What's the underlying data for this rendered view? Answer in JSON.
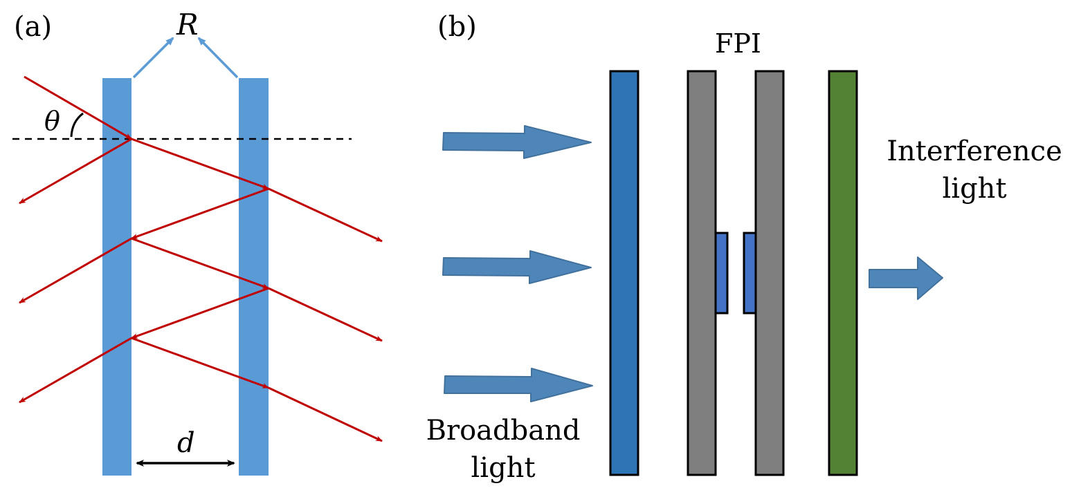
{
  "figure": {
    "panel_a": {
      "label": "(a)",
      "reflectivity_symbol": "R",
      "angle_symbol": "θ",
      "spacing_symbol": "d",
      "plate_count": 2,
      "transmitted_rays": 3,
      "reflected_rays": 3
    },
    "panel_b": {
      "label": "(b)",
      "fpi_label": "FPI",
      "input_label_line1": "Broadband",
      "input_label_line2": "light",
      "output_label_line1": "Interference",
      "output_label_line2": "light",
      "input_arrow_count": 3,
      "components": [
        "source-filter",
        "fpi-mirror-1",
        "fpi-mirror-2",
        "detector"
      ]
    },
    "colors": {
      "plate": "#5b9bd5",
      "ray": "#c00000",
      "r_pointer": "#5b9bd5",
      "block_arrow": "#4f86b9",
      "block_arrow_edge": "#41719c",
      "source_bar": "#2e75b6",
      "mirror_bar": "#7f7f7f",
      "coating": "#4472c4",
      "detector_bar": "#548235"
    }
  }
}
